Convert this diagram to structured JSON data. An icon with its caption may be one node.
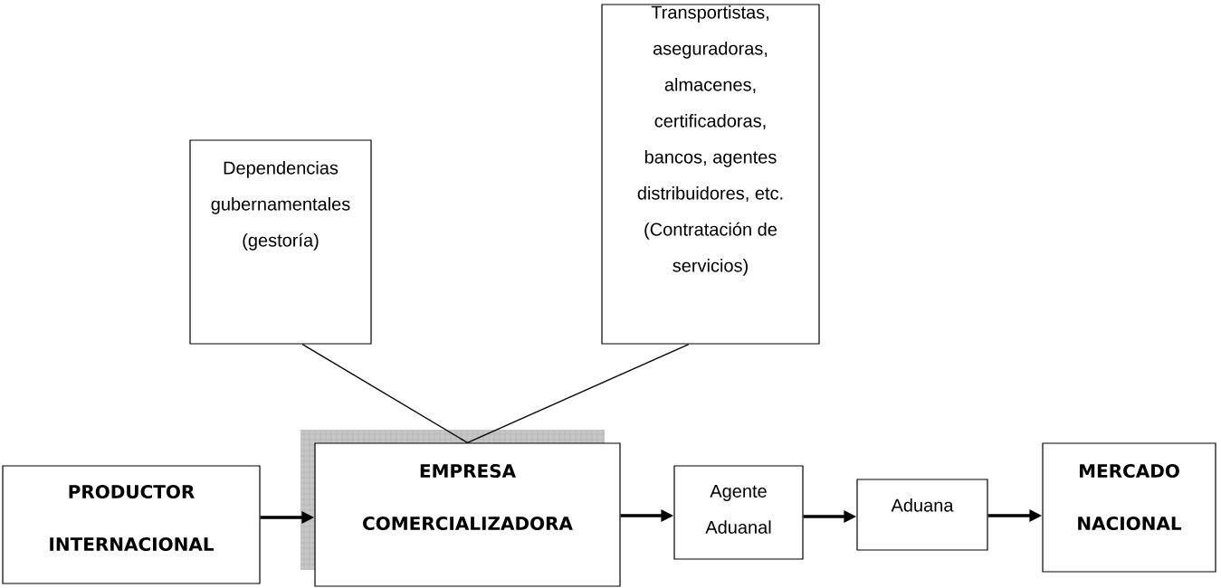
{
  "diagram": {
    "nodes": [
      {
        "text": [
          "Dependencias gubernamentales (gestoría)"
        ]
      },
      {
        "text": [
          "Transportistas, aseguradoras, almacenes, certificadoras, bancos, agentes distribuidores, etc. (Contratación de servicios)"
        ]
      },
      {
        "text": [
          "PRODUCTOR INTERNACIONAL"
        ]
      },
      {
        "text": [
          "EMPRESA COMERCIALIZADORA"
        ]
      },
      {
        "text": [
          "Agente Aduanal"
        ]
      },
      {
        "text": [
          "Aduana"
        ]
      },
      {
        "text": [
          "MERCADO NACIONAL"
        ]
      }
    ],
    "edges": [
      {
        "from": 0,
        "to": 3,
        "arrow": "none"
      },
      {
        "from": 1,
        "to": 3,
        "arrow": "none"
      },
      {
        "from": 2,
        "to": 3,
        "arrow": "to"
      },
      {
        "from": 3,
        "to": 4,
        "arrow": "to"
      },
      {
        "from": 4,
        "to": 5,
        "arrow": "to"
      },
      {
        "from": 5,
        "to": 6,
        "arrow": "to"
      }
    ]
  }
}
